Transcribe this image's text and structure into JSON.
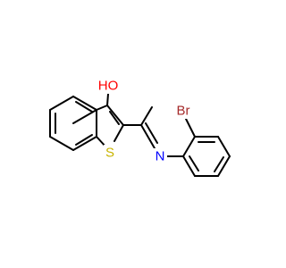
{
  "molecule": {
    "atoms": [
      {
        "id": "OH",
        "label": "HO",
        "color": "#ff0000"
      },
      {
        "id": "S",
        "label": "S",
        "color": "#c8b400"
      },
      {
        "id": "N",
        "label": "N",
        "color": "#0000ff"
      },
      {
        "id": "Br",
        "label": "Br",
        "color": "#a52a2a"
      }
    ]
  },
  "colors": {
    "bond": "#000000",
    "background": "#ffffff"
  }
}
